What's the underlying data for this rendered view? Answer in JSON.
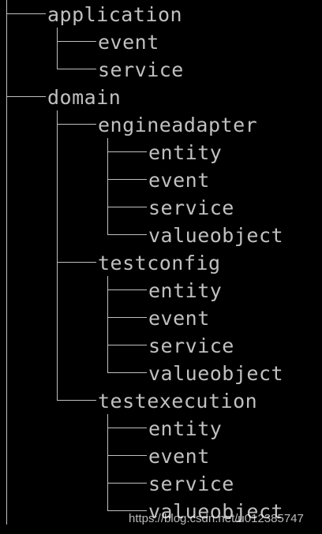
{
  "colors": {
    "background": "#000000",
    "foreground": "#c0c0c0"
  },
  "tree": [
    {
      "depth": 0,
      "label": "application",
      "last": false
    },
    {
      "depth": 1,
      "label": "event",
      "last": false
    },
    {
      "depth": 1,
      "label": "service",
      "last": true
    },
    {
      "depth": 0,
      "label": "domain",
      "last": false
    },
    {
      "depth": 1,
      "label": "engineadapter",
      "last": false
    },
    {
      "depth": 2,
      "label": "entity",
      "last": false
    },
    {
      "depth": 2,
      "label": "event",
      "last": false
    },
    {
      "depth": 2,
      "label": "service",
      "last": false
    },
    {
      "depth": 2,
      "label": "valueobject",
      "last": true
    },
    {
      "depth": 1,
      "label": "testconfig",
      "last": false
    },
    {
      "depth": 2,
      "label": "entity",
      "last": false
    },
    {
      "depth": 2,
      "label": "event",
      "last": false
    },
    {
      "depth": 2,
      "label": "service",
      "last": false
    },
    {
      "depth": 2,
      "label": "valueobject",
      "last": true
    },
    {
      "depth": 1,
      "label": "testexecution",
      "last": true
    },
    {
      "depth": 2,
      "label": "entity",
      "last": false
    },
    {
      "depth": 2,
      "label": "event",
      "last": false
    },
    {
      "depth": 2,
      "label": "service",
      "last": false
    },
    {
      "depth": 2,
      "label": "valueobject",
      "last": true
    }
  ],
  "watermark": "https://blog.csdn.net/u012385747"
}
